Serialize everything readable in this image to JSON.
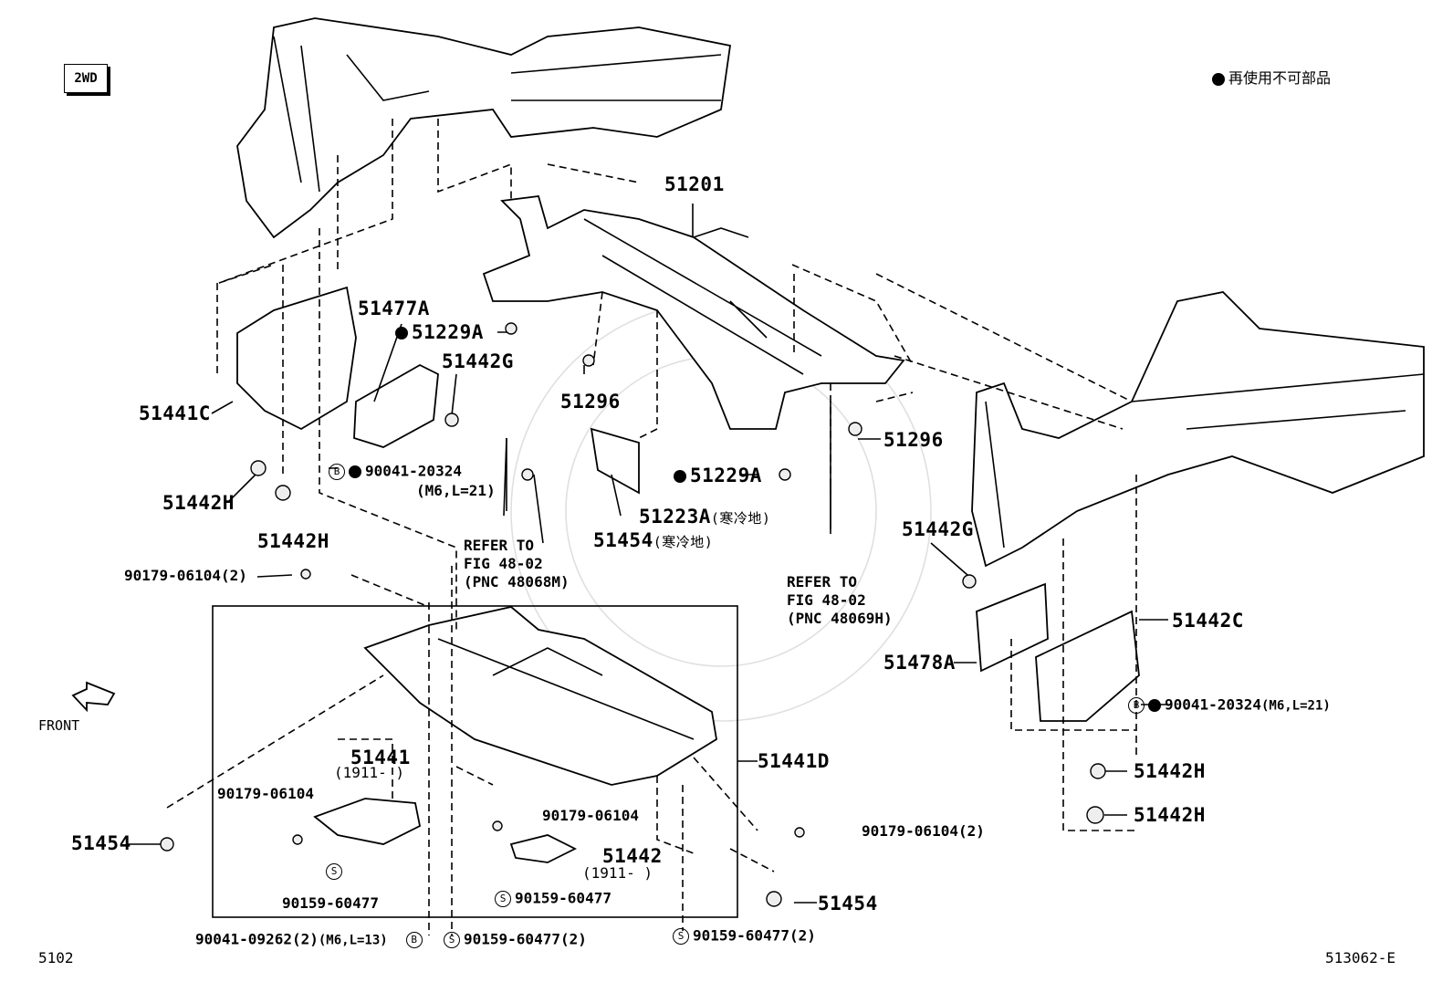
{
  "header": {
    "variant_badge": "2WD",
    "legend_text": "再使用不可部品"
  },
  "footer": {
    "left_code": "5102",
    "right_code": "513062-E"
  },
  "front_label": "FRONT",
  "parts": {
    "p51201": "51201",
    "p51477A": "51477A",
    "p51229A_top": "51229A",
    "p51442G_left": "51442G",
    "p51441C": "51441C",
    "p51296_mid": "51296",
    "p51296_right": "51296",
    "p51229A_mid": "51229A",
    "p90041_left": "90041-20324",
    "p90041_left_spec": "(M6,L=21)",
    "p51442H_a": "51442H",
    "p51442H_b": "51442H",
    "p51223A": "51223A",
    "p51223A_note": "(寒冷地)",
    "p51454_mid": "51454",
    "p51454_mid_note": "(寒冷地)",
    "refer1": [
      "REFER TO",
      "FIG 48-02",
      "(PNC 48068M)"
    ],
    "refer2": [
      "REFER TO",
      "FIG 48-02",
      "(PNC 48069H)"
    ],
    "p90179_top": "90179-06104(2)",
    "p51442G_right": "51442G",
    "p51442C": "51442C",
    "p51478A": "51478A",
    "p90041_right": "90041-20324",
    "p90041_right_spec": "(M6,L=21)",
    "p51442H_c": "51442H",
    "p51442H_d": "51442H",
    "p51441": "51441",
    "p51441_date": "(1911-    )",
    "p51441D": "51441D",
    "p90179_a": "90179-06104",
    "p90179_b": "90179-06104",
    "p90179_c": "90179-06104(2)",
    "p51442": "51442",
    "p51442_date": "(1911-    )",
    "p51454_left": "51454",
    "p51454_right": "51454",
    "p90159_a": "90159-60477",
    "p90159_b": "90159-60477",
    "p90159_c": "90159-60477(2)",
    "p90159_d": "90159-60477(2)",
    "p90041_bottom": "90041-09262(2)",
    "p90041_bottom_spec": "(M6,L=13)"
  },
  "markers": {
    "b": "B",
    "s": "S"
  }
}
